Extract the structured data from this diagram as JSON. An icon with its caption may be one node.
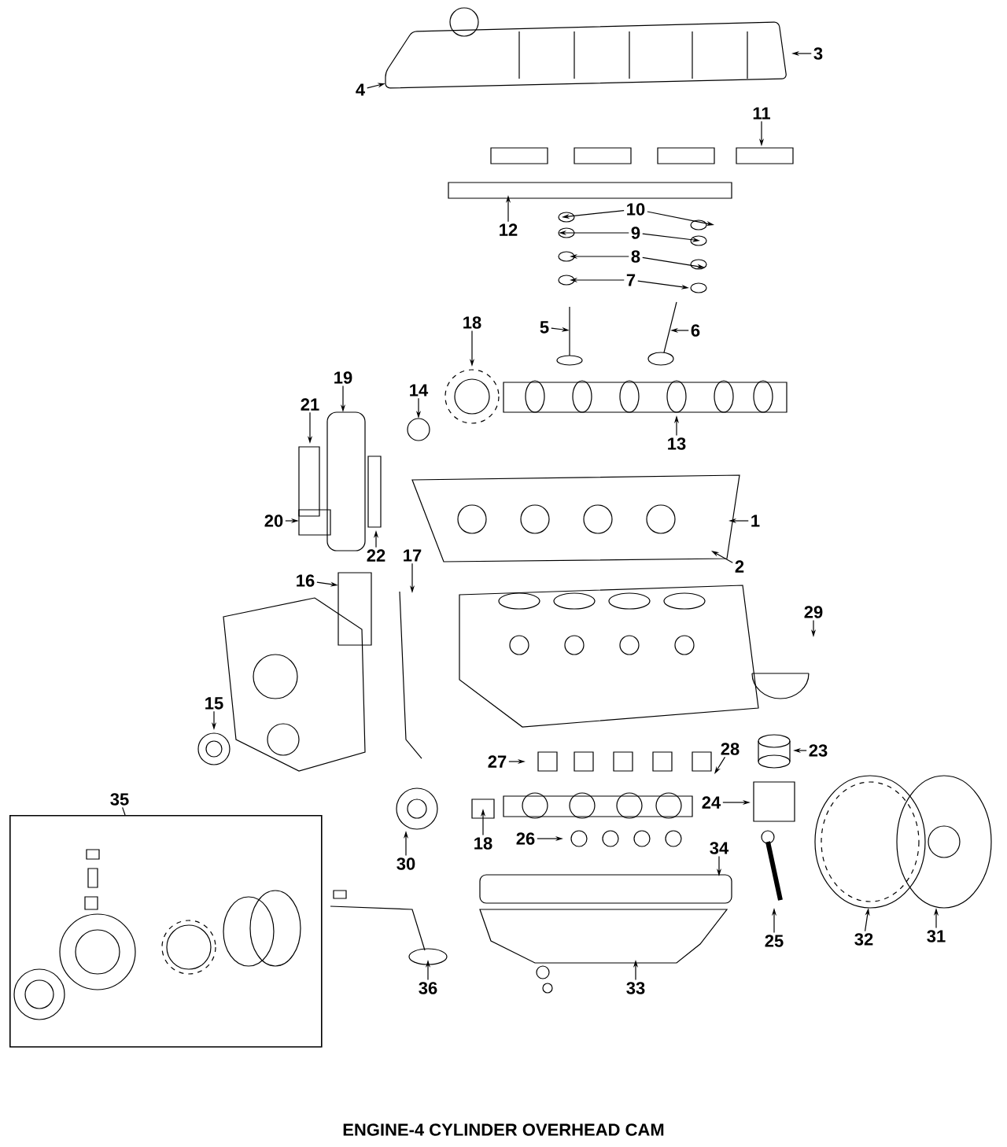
{
  "diagram": {
    "caption": "ENGINE-4 CYLINDER OVERHEAD CAM",
    "nodes": [
      {
        "text": [
          "3"
        ]
      },
      {
        "text": [
          "4"
        ]
      },
      {
        "text": [
          "11"
        ]
      },
      {
        "text": [
          "12"
        ]
      },
      {
        "text": [
          "10"
        ]
      },
      {
        "text": [
          "9"
        ]
      },
      {
        "text": [
          "8"
        ]
      },
      {
        "text": [
          "7"
        ]
      },
      {
        "text": [
          "5"
        ]
      },
      {
        "text": [
          "6"
        ]
      },
      {
        "text": [
          "18"
        ]
      },
      {
        "text": [
          "19"
        ]
      },
      {
        "text": [
          "21"
        ]
      },
      {
        "text": [
          "14"
        ]
      },
      {
        "text": [
          "13"
        ]
      },
      {
        "text": [
          "20"
        ]
      },
      {
        "text": [
          "22"
        ]
      },
      {
        "text": [
          "1"
        ]
      },
      {
        "text": [
          "2"
        ]
      },
      {
        "text": [
          "17"
        ]
      },
      {
        "text": [
          "16"
        ]
      },
      {
        "text": [
          "29"
        ]
      },
      {
        "text": [
          "15"
        ]
      },
      {
        "text": [
          "27"
        ]
      },
      {
        "text": [
          "23"
        ]
      },
      {
        "text": [
          "28"
        ]
      },
      {
        "text": [
          "24"
        ]
      },
      {
        "text": [
          "18"
        ]
      },
      {
        "text": [
          "30"
        ]
      },
      {
        "text": [
          "26"
        ]
      },
      {
        "text": [
          "34"
        ]
      },
      {
        "text": [
          "25"
        ]
      },
      {
        "text": [
          "32"
        ]
      },
      {
        "text": [
          "31"
        ]
      },
      {
        "text": [
          "35"
        ]
      },
      {
        "text": [],
        "shape": "box"
      },
      {
        "text": [
          "33"
        ]
      },
      {
        "text": [
          "36"
        ]
      }
    ],
    "edges": [
      {
        "from": 0,
        "to": null,
        "arrow": "to"
      },
      {
        "from": 1,
        "to": null,
        "arrow": "to"
      },
      {
        "from": 2,
        "to": null,
        "arrow": "to"
      },
      {
        "from": 3,
        "to": null,
        "arrow": "to"
      },
      {
        "from": 4,
        "to": null,
        "arrow": "to"
      },
      {
        "from": 4,
        "to": null,
        "arrow": "to"
      },
      {
        "from": 5,
        "to": null,
        "arrow": "to"
      },
      {
        "from": 5,
        "to": null,
        "arrow": "to"
      },
      {
        "from": 6,
        "to": null,
        "arrow": "to"
      },
      {
        "from": 6,
        "to": null,
        "arrow": "to"
      },
      {
        "from": 7,
        "to": null,
        "arrow": "to"
      },
      {
        "from": 7,
        "to": null,
        "arrow": "to"
      },
      {
        "from": 8,
        "to": null,
        "arrow": "to"
      },
      {
        "from": 9,
        "to": null,
        "arrow": "to"
      },
      {
        "from": 10,
        "to": null,
        "arrow": "to"
      },
      {
        "from": 11,
        "to": null,
        "arrow": "to"
      },
      {
        "from": 12,
        "to": null,
        "arrow": "to"
      },
      {
        "from": 13,
        "to": null,
        "arrow": "to"
      },
      {
        "from": 14,
        "to": null,
        "arrow": "to"
      },
      {
        "from": 15,
        "to": null,
        "arrow": "to"
      },
      {
        "from": 16,
        "to": null,
        "arrow": "to"
      },
      {
        "from": 17,
        "to": null,
        "arrow": "to"
      },
      {
        "from": 18,
        "to": null,
        "arrow": "to"
      },
      {
        "from": 19,
        "to": null,
        "arrow": "to"
      },
      {
        "from": 20,
        "to": null,
        "arrow": "to"
      },
      {
        "from": 21,
        "to": null,
        "arrow": "to"
      },
      {
        "from": 22,
        "to": null,
        "arrow": "to"
      },
      {
        "from": 23,
        "to": null,
        "arrow": "to"
      },
      {
        "from": 24,
        "to": null,
        "arrow": "to"
      },
      {
        "from": 25,
        "to": null,
        "arrow": "to"
      },
      {
        "from": 26,
        "to": null,
        "arrow": "to"
      },
      {
        "from": 27,
        "to": null,
        "arrow": "to"
      },
      {
        "from": 28,
        "to": null,
        "arrow": "to"
      },
      {
        "from": 29,
        "to": null,
        "arrow": "to"
      },
      {
        "from": 30,
        "to": null,
        "arrow": "to"
      },
      {
        "from": 31,
        "to": null,
        "arrow": "to"
      },
      {
        "from": 32,
        "to": null,
        "arrow": "to"
      },
      {
        "from": 33,
        "to": null,
        "arrow": "to"
      },
      {
        "from": 34,
        "to": 35,
        "arrow": "none"
      },
      {
        "from": 36,
        "to": null,
        "arrow": "to"
      },
      {
        "from": 37,
        "to": null,
        "arrow": "to"
      }
    ]
  }
}
